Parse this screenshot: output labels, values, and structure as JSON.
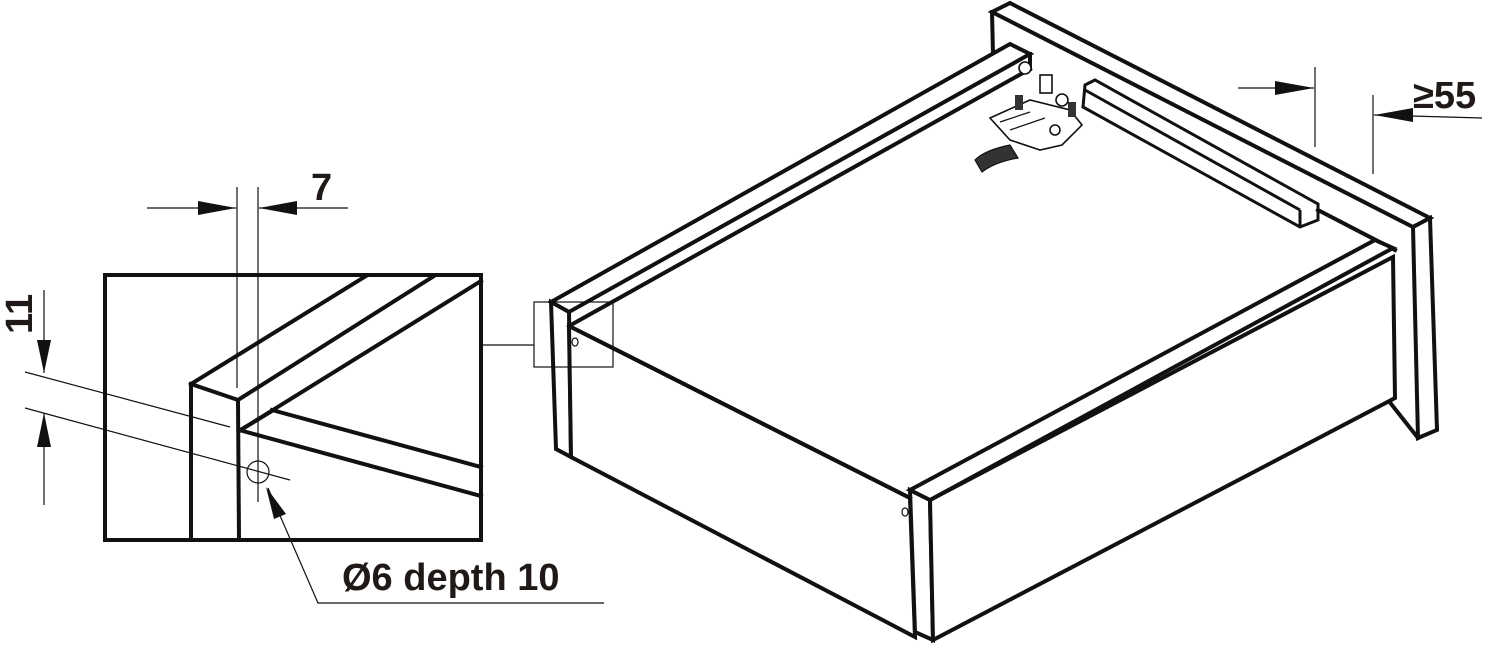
{
  "drawing": {
    "type": "technical-assembly-drawing",
    "subject": "drawer box with rear-mounted runner clip (isometric) and corner detail",
    "colors": {
      "line": "#111111",
      "text": "#1f1a17",
      "background": "#ffffff"
    }
  },
  "detail_view": {
    "dimensions": {
      "horizontal_offset": "7",
      "vertical_offset": "11"
    },
    "hole_callout": "Ø6 depth 10"
  },
  "main_view": {
    "dimensions": {
      "rear_clearance": "≥55"
    },
    "callout_box": "corner detail reference"
  }
}
